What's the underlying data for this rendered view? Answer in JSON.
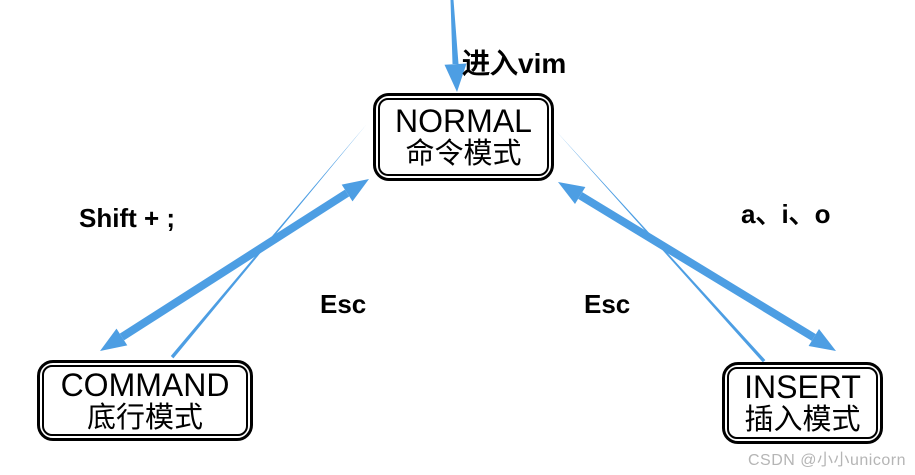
{
  "diagram": {
    "enter_label": "进入vim",
    "nodes": [
      {
        "id": "normal",
        "title": "NORMAL",
        "subtitle": "命令模式"
      },
      {
        "id": "command",
        "title": "COMMAND",
        "subtitle": "底行模式"
      },
      {
        "id": "insert",
        "title": "INSERT",
        "subtitle": "插入模式"
      }
    ],
    "edge_labels": {
      "shift_semicolon": "Shift + ;",
      "esc_left": "Esc",
      "esc_right": "Esc",
      "a_i_o": "a、i、o"
    },
    "colors": {
      "arrow_blue": "#4D9EE3",
      "node_border": "#000000",
      "label_text": "#000000",
      "watermark_gray": "#B5B5B5",
      "background": "#FFFFFF"
    },
    "watermark": "CSDN @小小unicorn"
  }
}
